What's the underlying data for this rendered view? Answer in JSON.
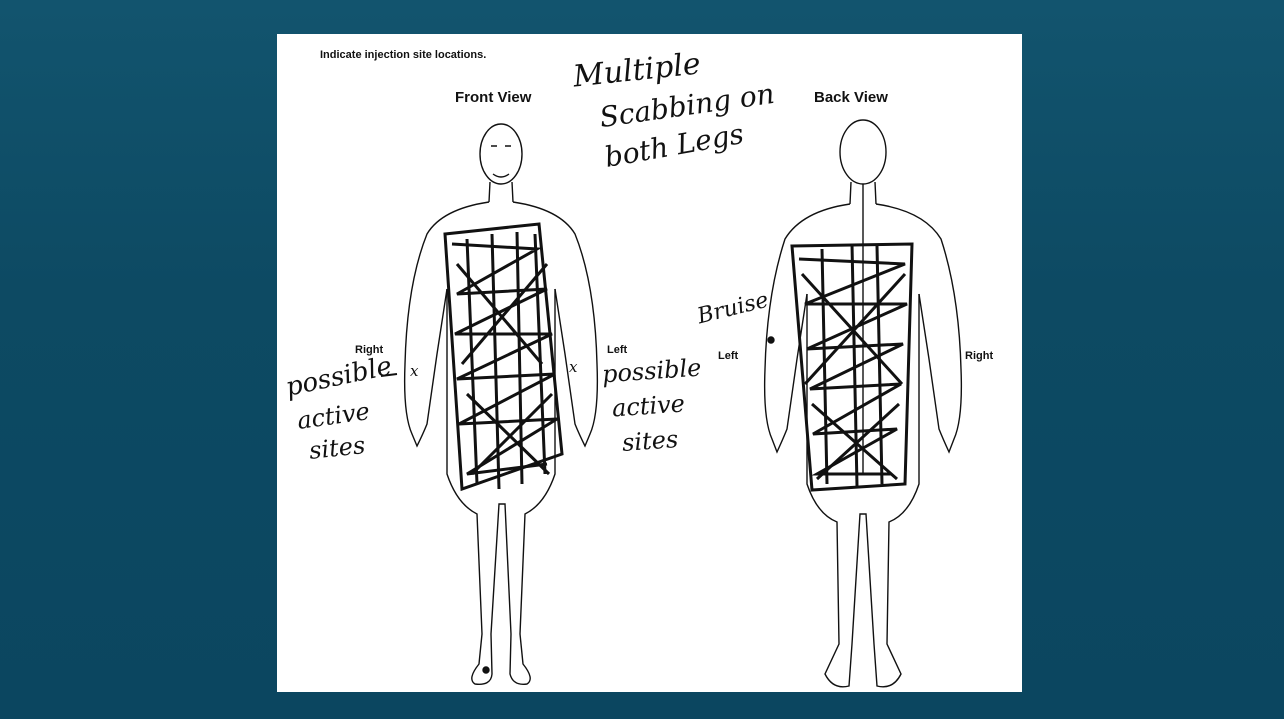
{
  "form": {
    "instruction": "Indicate injection site locations.",
    "front_title": "Front View",
    "back_title": "Back View",
    "front_right_label": "Right",
    "front_left_label": "Left",
    "back_left_label": "Left",
    "back_right_label": "Right"
  },
  "annotations": {
    "top_note_line1": "Multiple",
    "top_note_line2": "Scabbing on",
    "top_note_line3": "both Legs",
    "left_note_line1": "possible",
    "left_note_line2": "active",
    "left_note_line3": "sites",
    "mid_note_line1": "possible",
    "mid_note_line2": "active",
    "mid_note_line3": "sites",
    "bruise": "Bruise",
    "mark_x": "x"
  },
  "colors": {
    "background": "#0d4a63",
    "paper": "#ffffff",
    "ink": "#111111"
  }
}
